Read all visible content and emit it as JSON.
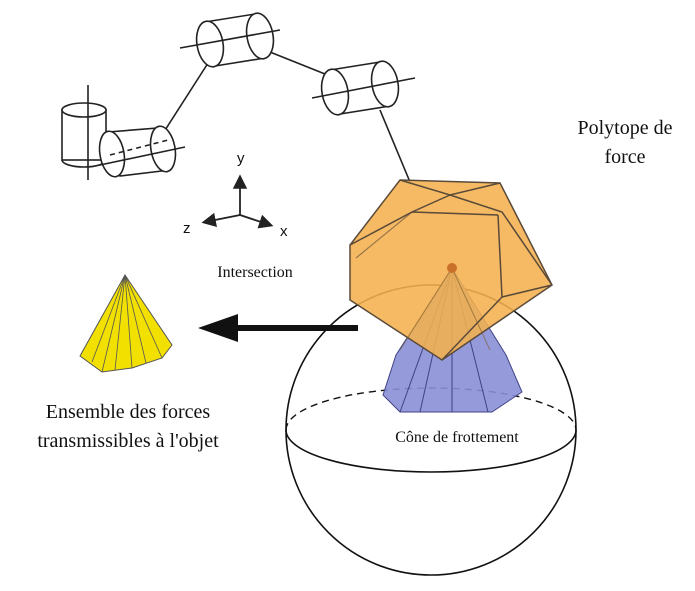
{
  "labels": {
    "force_polytope": [
      "Polytope de",
      "force"
    ],
    "intersection": "Intersection",
    "transmissible_set": [
      "Ensemble des forces",
      "transmissibles à l'objet"
    ],
    "friction_cone": "Cône de frottement"
  },
  "axes": {
    "x": "x",
    "y": "y",
    "z": "z"
  },
  "colors": {
    "polytope": "#f4b04d",
    "polytope_edge": "#5a4a3a",
    "cone": "#8a8fd6",
    "result_cone": "#f2e000",
    "arrow": "#111111"
  }
}
